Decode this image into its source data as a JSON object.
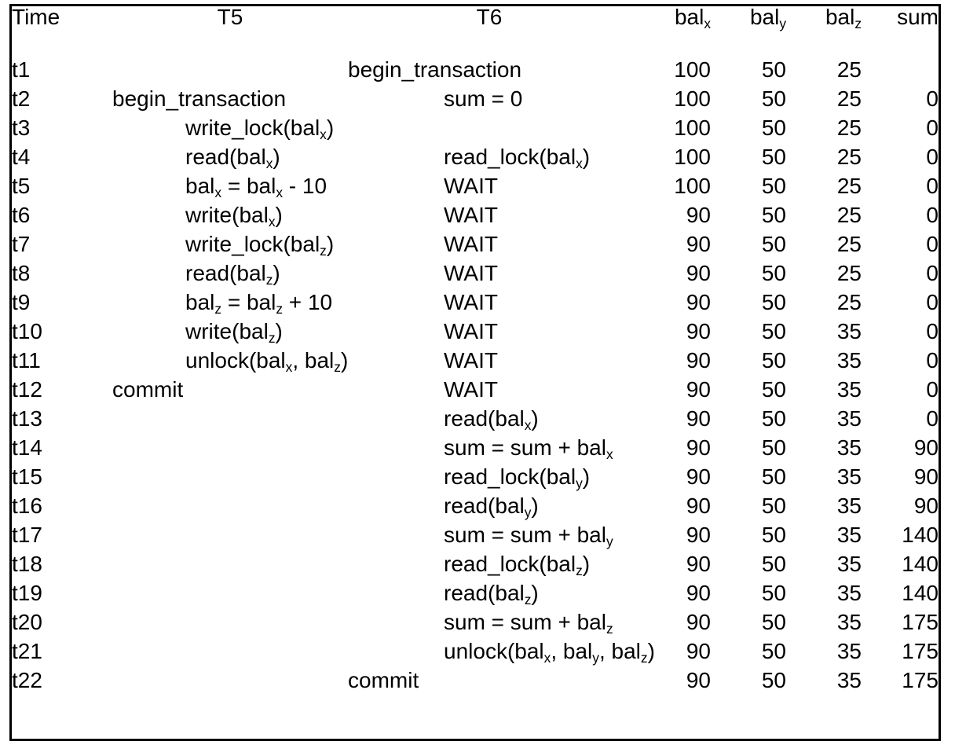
{
  "table": {
    "columns": [
      {
        "key": "time",
        "label": "Time"
      },
      {
        "key": "t5",
        "label": "T5"
      },
      {
        "key": "t6",
        "label": "T6"
      },
      {
        "key": "balx",
        "label": "bal",
        "sub": "x"
      },
      {
        "key": "baly",
        "label": "bal",
        "sub": "y"
      },
      {
        "key": "balz",
        "label": "bal",
        "sub": "z"
      },
      {
        "key": "sum",
        "label": "sum"
      }
    ],
    "rows": [
      {
        "time": "t1",
        "t5": "",
        "t5_indent": false,
        "t6": "begin_transaction",
        "t6_indent": false,
        "balx": "100",
        "baly": "50",
        "balz": "25",
        "sum": ""
      },
      {
        "time": "t2",
        "t5": "begin_transaction",
        "t5_indent": false,
        "t6": "sum = 0",
        "t6_indent": true,
        "balx": "100",
        "baly": "50",
        "balz": "25",
        "sum": "0"
      },
      {
        "time": "t3",
        "t5": "write_lock(bal_x)",
        "t5_indent": true,
        "t6": "",
        "t6_indent": true,
        "balx": "100",
        "baly": "50",
        "balz": "25",
        "sum": "0"
      },
      {
        "time": "t4",
        "t5": "read(bal_x)",
        "t5_indent": true,
        "t6": "read_lock(bal_x)",
        "t6_indent": true,
        "balx": "100",
        "baly": "50",
        "balz": "25",
        "sum": "0"
      },
      {
        "time": "t5",
        "t5": "bal_x = bal_x - 10",
        "t5_indent": true,
        "t6": "WAIT",
        "t6_indent": true,
        "balx": "100",
        "baly": "50",
        "balz": "25",
        "sum": "0"
      },
      {
        "time": "t6",
        "t5": "write(bal_x)",
        "t5_indent": true,
        "t6": "WAIT",
        "t6_indent": true,
        "balx": "90",
        "baly": "50",
        "balz": "25",
        "sum": "0"
      },
      {
        "time": "t7",
        "t5": "write_lock(bal_z)",
        "t5_indent": true,
        "t6": "WAIT",
        "t6_indent": true,
        "balx": "90",
        "baly": "50",
        "balz": "25",
        "sum": "0"
      },
      {
        "time": "t8",
        "t5": "read(bal_z)",
        "t5_indent": true,
        "t6": "WAIT",
        "t6_indent": true,
        "balx": "90",
        "baly": "50",
        "balz": "25",
        "sum": "0"
      },
      {
        "time": "t9",
        "t5": "bal_z = bal_z + 10",
        "t5_indent": true,
        "t6": "WAIT",
        "t6_indent": true,
        "balx": "90",
        "baly": "50",
        "balz": "25",
        "sum": "0"
      },
      {
        "time": "t10",
        "t5": "write(bal_z)",
        "t5_indent": true,
        "t6": "WAIT",
        "t6_indent": true,
        "balx": "90",
        "baly": "50",
        "balz": "35",
        "sum": "0"
      },
      {
        "time": "t11",
        "t5": "unlock(bal_x, bal_z)",
        "t5_indent": true,
        "t6": "WAIT",
        "t6_indent": true,
        "balx": "90",
        "baly": "50",
        "balz": "35",
        "sum": "0"
      },
      {
        "time": "t12",
        "t5": "commit",
        "t5_indent": false,
        "t6": "WAIT",
        "t6_indent": true,
        "balx": "90",
        "baly": "50",
        "balz": "35",
        "sum": "0"
      },
      {
        "time": "t13",
        "t5": "",
        "t5_indent": false,
        "t6": "read(bal_x)",
        "t6_indent": true,
        "balx": "90",
        "baly": "50",
        "balz": "35",
        "sum": "0"
      },
      {
        "time": "t14",
        "t5": "",
        "t5_indent": false,
        "t6": "sum = sum + bal_x",
        "t6_indent": true,
        "balx": "90",
        "baly": "50",
        "balz": "35",
        "sum": "90"
      },
      {
        "time": "t15",
        "t5": "",
        "t5_indent": false,
        "t6": "read_lock(bal_y)",
        "t6_indent": true,
        "balx": "90",
        "baly": "50",
        "balz": "35",
        "sum": "90"
      },
      {
        "time": "t16",
        "t5": "",
        "t5_indent": false,
        "t6": "read(bal_y)",
        "t6_indent": true,
        "balx": "90",
        "baly": "50",
        "balz": "35",
        "sum": "90"
      },
      {
        "time": "t17",
        "t5": "",
        "t5_indent": false,
        "t6": "sum = sum + bal_y",
        "t6_indent": true,
        "balx": "90",
        "baly": "50",
        "balz": "35",
        "sum": "140"
      },
      {
        "time": "t18",
        "t5": "",
        "t5_indent": false,
        "t6": "read_lock(bal_z)",
        "t6_indent": true,
        "balx": "90",
        "baly": "50",
        "balz": "35",
        "sum": "140"
      },
      {
        "time": "t19",
        "t5": "",
        "t5_indent": false,
        "t6": "read(bal_z)",
        "t6_indent": true,
        "balx": "90",
        "baly": "50",
        "balz": "35",
        "sum": "140"
      },
      {
        "time": "t20",
        "t5": "",
        "t5_indent": false,
        "t6": "sum = sum + bal_z",
        "t6_indent": true,
        "balx": "90",
        "baly": "50",
        "balz": "35",
        "sum": "175"
      },
      {
        "time": "t21",
        "t5": "",
        "t5_indent": false,
        "t6": "unlock(bal_x, bal_y, bal_z)",
        "t6_indent": true,
        "balx": "90",
        "baly": "50",
        "balz": "35",
        "sum": "175"
      },
      {
        "time": "t22",
        "t5": "",
        "t5_indent": false,
        "t6": "commit",
        "t6_indent": false,
        "balx": "90",
        "baly": "50",
        "balz": "35",
        "sum": "175"
      }
    ]
  },
  "colors": {
    "border": "#000000",
    "text": "#000000",
    "background": "#ffffff"
  }
}
